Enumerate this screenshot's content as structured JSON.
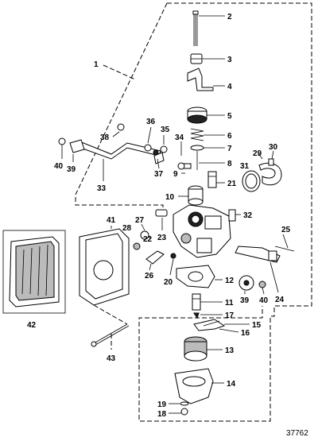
{
  "figure_ref": "37762",
  "callouts": [
    "1",
    "2",
    "3",
    "4",
    "5",
    "6",
    "7",
    "8",
    "9",
    "10",
    "11",
    "12",
    "13",
    "14",
    "15",
    "16",
    "17",
    "18",
    "19",
    "20",
    "21",
    "22",
    "23",
    "24",
    "25",
    "26",
    "27",
    "28",
    "29",
    "30",
    "31",
    "32",
    "33",
    "34",
    "35",
    "36",
    "37",
    "38",
    "39",
    "40",
    "41",
    "42",
    "43"
  ],
  "extra_callouts": {
    "c39b": "39",
    "c40b": "40"
  }
}
